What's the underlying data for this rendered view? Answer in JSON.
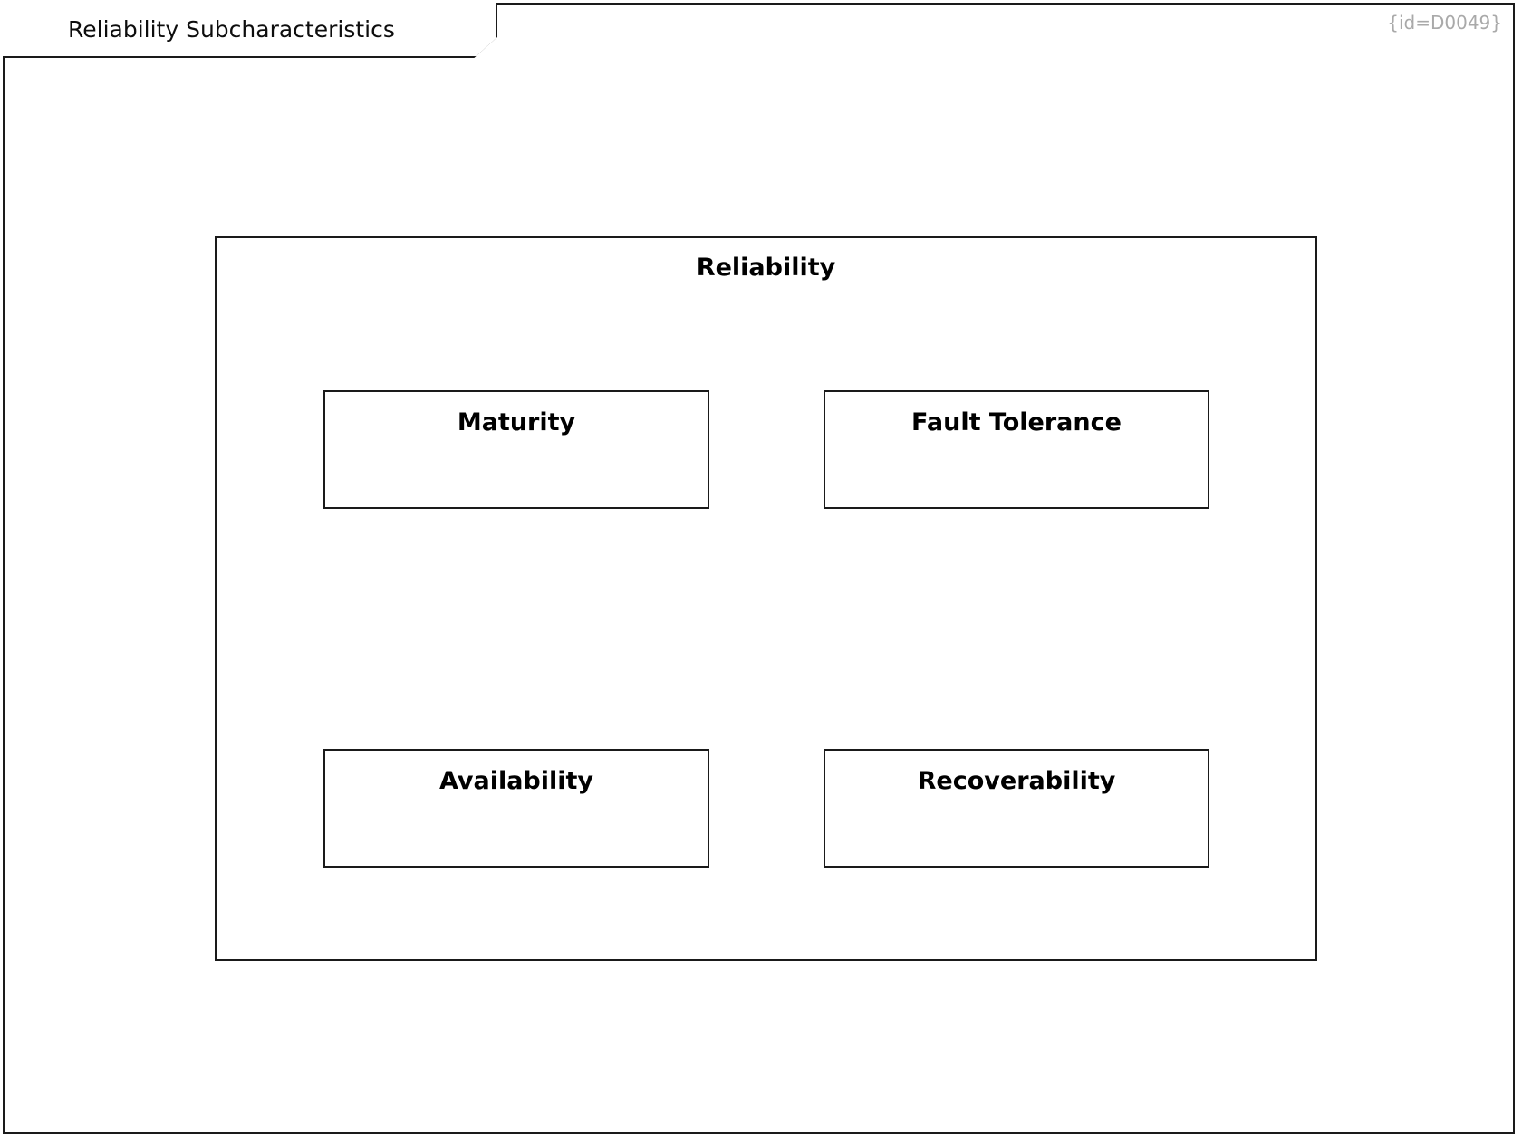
{
  "frame": {
    "title": "Reliability Subcharacteristics",
    "id_label": "{id=D0049}",
    "border_color": "#1a1a1a",
    "background_color": "#ffffff",
    "id_label_color": "#a9a9a9"
  },
  "diagram": {
    "type": "uml-package-diagram",
    "root": {
      "name": "Reliability",
      "children": [
        {
          "name": "Maturity"
        },
        {
          "name": "Fault Tolerance"
        },
        {
          "name": "Availability"
        },
        {
          "name": "Recoverability"
        }
      ]
    }
  }
}
